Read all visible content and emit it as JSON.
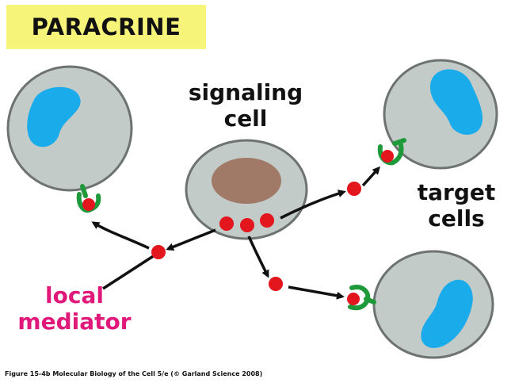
{
  "title": "PARACRINE",
  "labels": {
    "signaling_cell": [
      "signaling",
      "cell"
    ],
    "target_cells": [
      "target",
      "cells"
    ],
    "local_mediator": [
      "local",
      "mediator"
    ]
  },
  "caption": "Figure 15-4b  Molecular Biology of the Cell 5/e (© Garland Science 2008)",
  "colors": {
    "title_background": "#f7f47a",
    "cell_body": "#c3cbc9",
    "cell_outline": "#6c7370",
    "target_nucleus": "#1aabea",
    "signaling_nucleus": "#a07a66",
    "mediator": "#e3151d",
    "receptor": "#1f9a3b",
    "mediator_label": "#e0187a"
  }
}
